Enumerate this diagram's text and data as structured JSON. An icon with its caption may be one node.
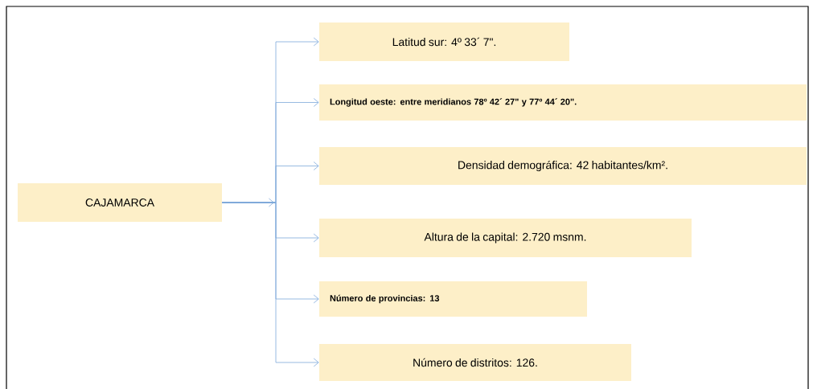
{
  "diagram": {
    "nodes": [
      {
        "text": [
          "CAJAMARCA"
        ]
      },
      {
        "text": [
          "Latitud sur: 4º 33´ 7\"."
        ]
      },
      {
        "text": [
          "Longitud oeste: entre meridianos 78º 42´ 27\" y 77º 44´ 20\"."
        ]
      },
      {
        "text": [
          "Densidad demográfica: 42 habitantes/km²."
        ]
      },
      {
        "text": [
          "Altura de la capital: 2.720 msnm."
        ]
      },
      {
        "text": [
          "Número de provincias: 13"
        ]
      },
      {
        "text": [
          "Número de distritos: 126."
        ]
      }
    ],
    "edges": [
      {
        "from": 0,
        "to": 1,
        "arrow": "to"
      },
      {
        "from": 0,
        "to": 2,
        "arrow": "to"
      },
      {
        "from": 0,
        "to": 3,
        "arrow": "to"
      },
      {
        "from": 0,
        "to": 4,
        "arrow": "to"
      },
      {
        "from": 0,
        "to": 5,
        "arrow": "to"
      },
      {
        "from": 0,
        "to": 6,
        "arrow": "to"
      }
    ]
  }
}
